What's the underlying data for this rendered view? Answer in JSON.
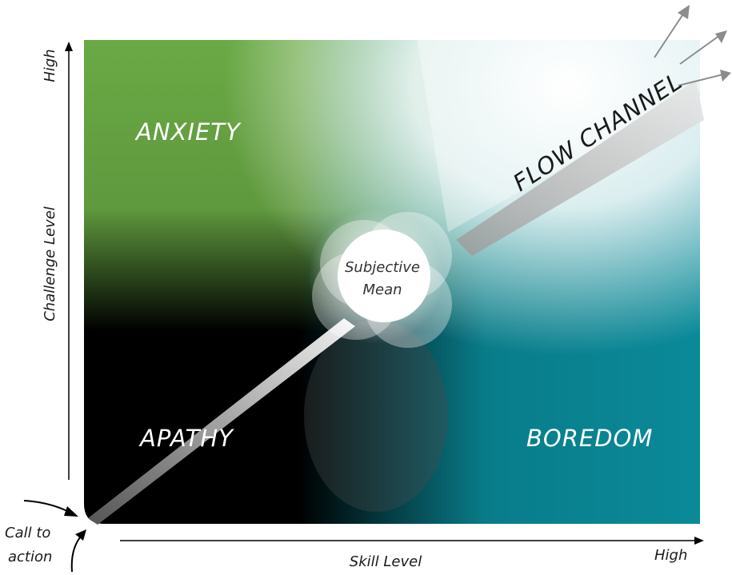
{
  "zones": {
    "anxiety": "ANXIETY",
    "apathy": "APATHY",
    "boredom": "BOREDOM",
    "flow_channel": "FLOW CHANNEL"
  },
  "center": {
    "line1": "Subjective",
    "line2": "Mean"
  },
  "axes": {
    "y_label": "Challenge Level",
    "y_high": "High",
    "x_label": "Skill Level",
    "x_high": "High"
  },
  "call_to_action": {
    "line1": "Call to",
    "line2": "action"
  },
  "colors": {
    "anxiety_green": "#6aaa45",
    "boredom_teal": "#0a8a99",
    "apathy_black": "#000000",
    "flow_white": "#ffffff",
    "arrow_gray": "#8c8c8c"
  }
}
